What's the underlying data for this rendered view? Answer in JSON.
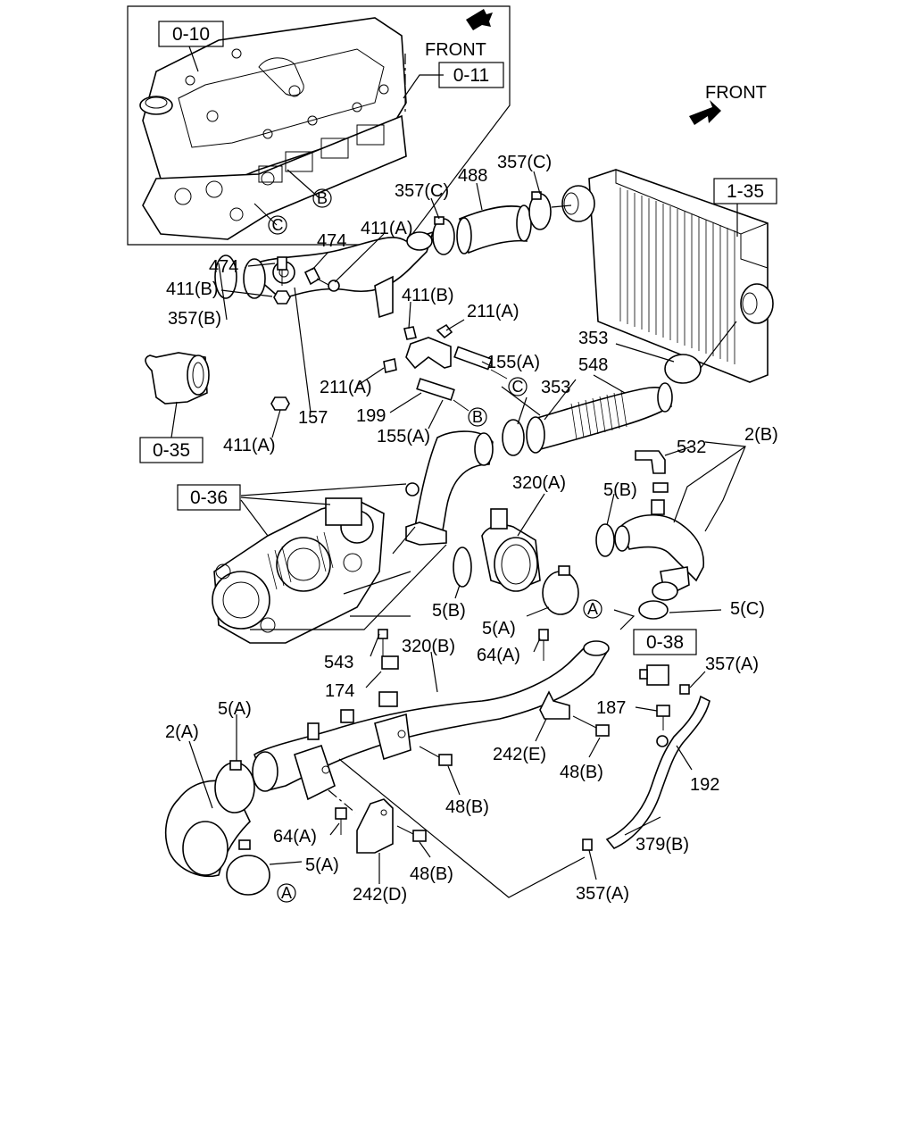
{
  "front_labels": [
    "FRONT",
    "FRONT"
  ],
  "ref_boxes": {
    "r0_10": "0-10",
    "r0_11": "0-11",
    "r1_35": "1-35",
    "r0_35": "0-35",
    "r0_36": "0-36",
    "r0_38": "0-38"
  },
  "circle_markers": {
    "B1": "B",
    "C1": "C",
    "C2": "C",
    "B2": "B",
    "A1": "A",
    "A2": "A"
  },
  "part_labels": {
    "p474a": "474",
    "p474b": "474",
    "p411a_top": "411(A)",
    "p411b_left": "411(B)",
    "p357b": "357(B)",
    "p357c_1": "357(C)",
    "p488": "488",
    "p357c_2": "357(C)",
    "p411b_mid": "411(B)",
    "p211a_1": "211(A)",
    "p155a_1": "155(A)",
    "p353_1": "353",
    "p548": "548",
    "p353_2": "353",
    "p211a_2": "211(A)",
    "p199": "199",
    "p155a_2": "155(A)",
    "p157": "157",
    "p411a_bot": "411(A)",
    "p532": "532",
    "p2b": "2(B)",
    "p320a": "320(A)",
    "p5b_1": "5(B)",
    "p5b_2": "5(B)",
    "p5a_1": "5(A)",
    "p5c": "5(C)",
    "p543": "543",
    "p320b": "320(B)",
    "p64a_1": "64(A)",
    "p174": "174",
    "p357a_1": "357(A)",
    "p187": "187",
    "p242e": "242(E)",
    "p48b_1": "48(B)",
    "p2a": "2(A)",
    "p5a_2": "5(A)",
    "p48b_2": "48(B)",
    "p192": "192",
    "p64a_2": "64(A)",
    "p5a_3": "5(A)",
    "p48b_3": "48(B)",
    "p379b": "379(B)",
    "p242d": "242(D)",
    "p357a_2": "357(A)"
  }
}
